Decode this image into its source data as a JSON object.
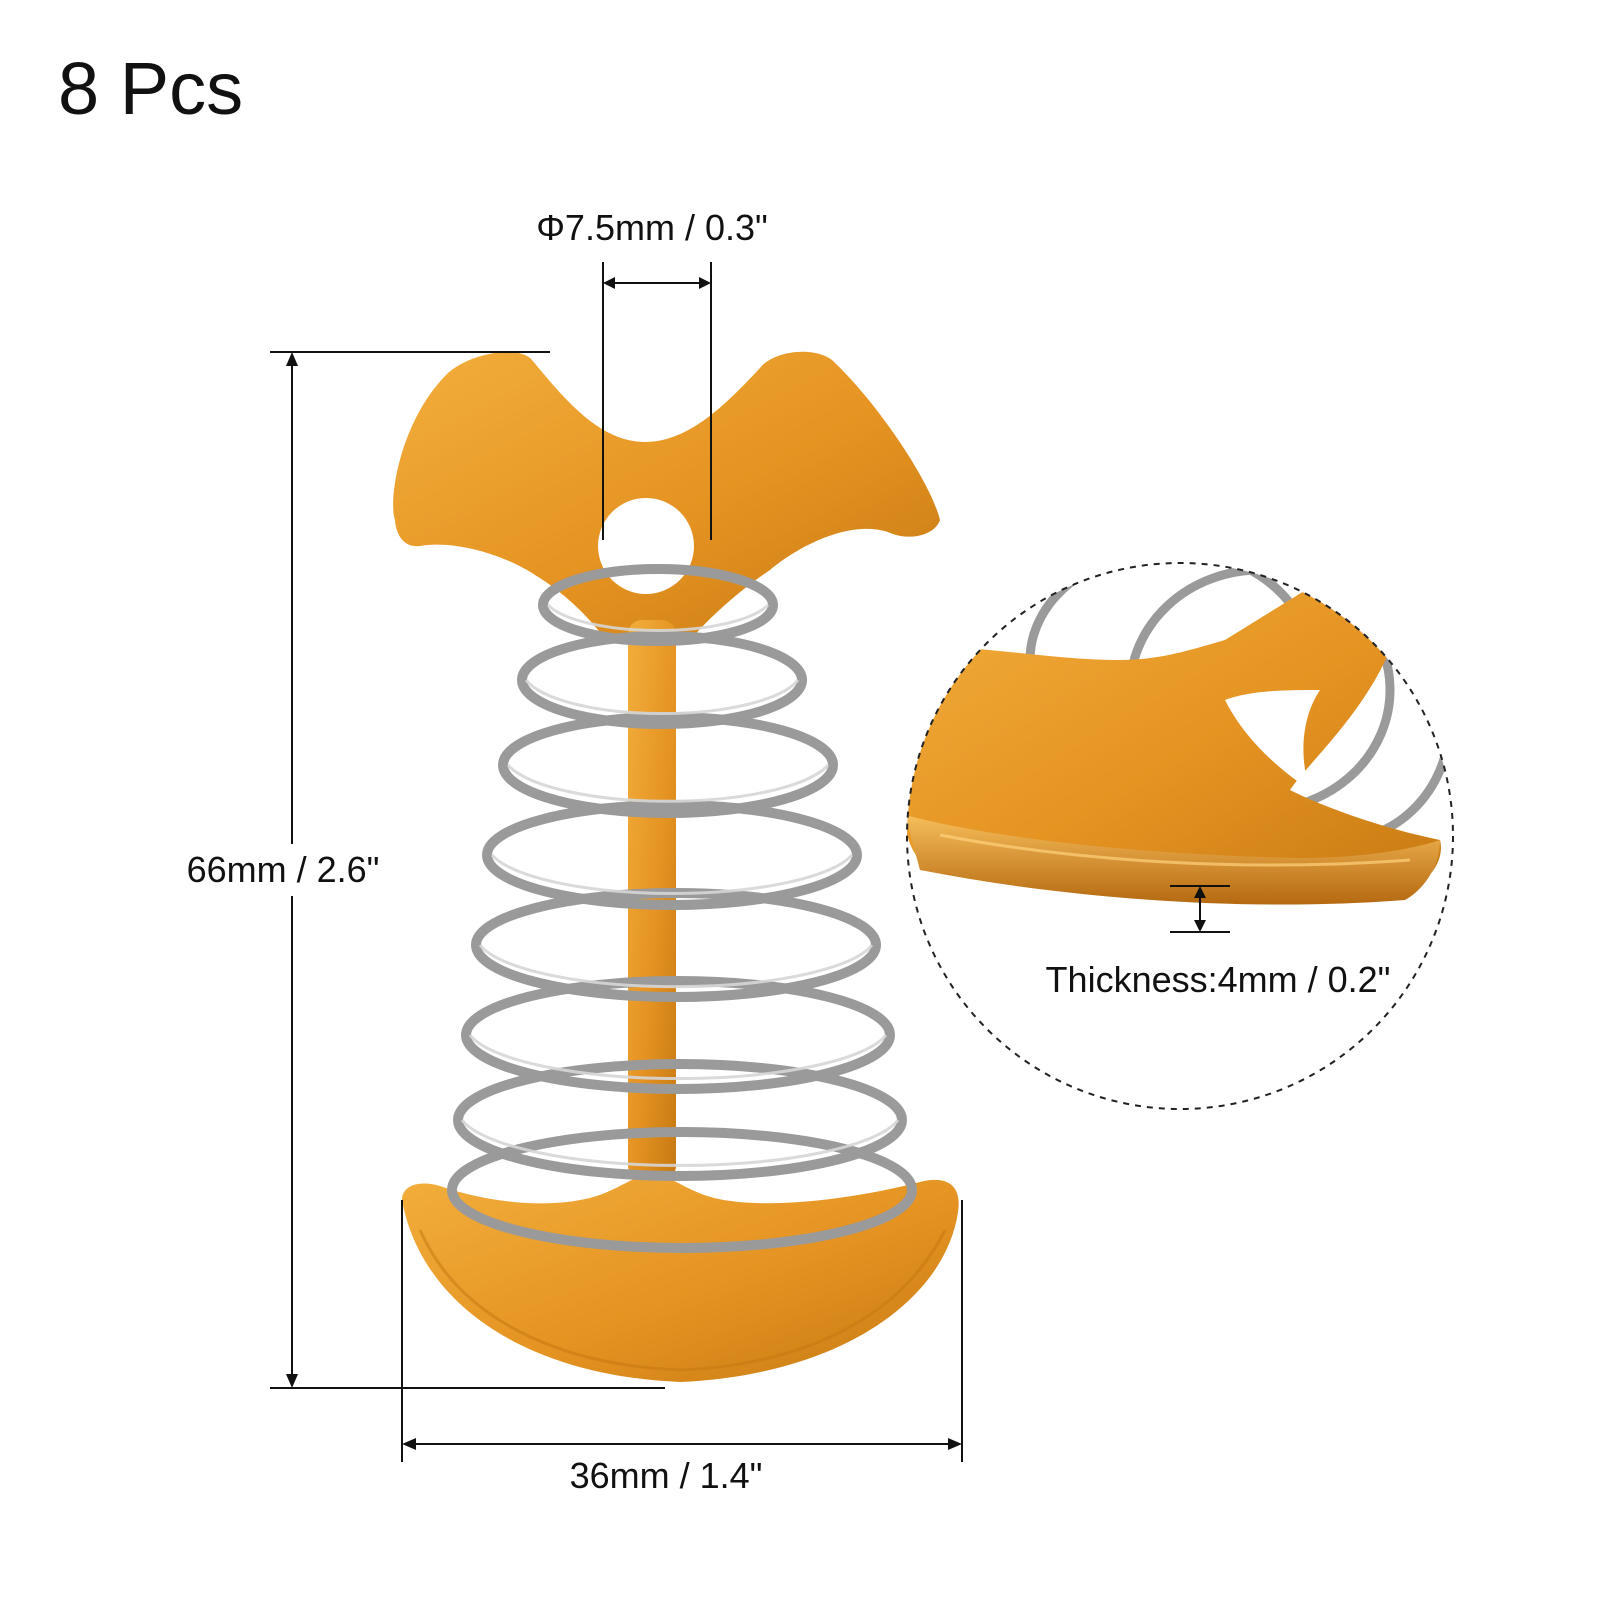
{
  "title": "8 Pcs",
  "dimensions": {
    "hole_diameter": "Φ7.5mm / 0.3\"",
    "height": "66mm / 2.6\"",
    "width": "36mm / 1.4\"",
    "thickness": "Thickness:4mm / 0.2\""
  },
  "colors": {
    "anchor": "#E89A24",
    "anchor_shadow": "#B86A0E",
    "spring": "#9A9A9A",
    "dimension_line": "#111111"
  },
  "icons": {
    "product": "tent-deck-anchor-with-spring",
    "detail": "magnified-edge-detail"
  }
}
